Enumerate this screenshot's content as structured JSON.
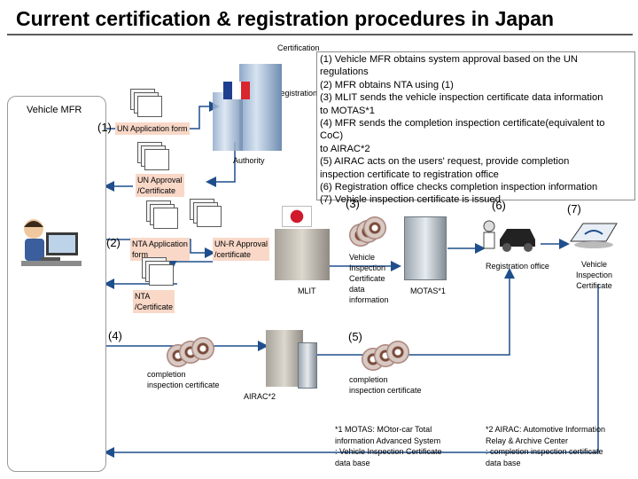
{
  "title": "Current certification & registration procedures in Japan",
  "vehicle_mfr": "Vehicle MFR",
  "authority": {
    "certification": "Certification",
    "registration": "Registration",
    "authority": "Authority"
  },
  "callout": {
    "lines": [
      "(1) Vehicle MFR obtains  system approval based on the UN",
      "regulations",
      "(2) MFR obtains NTA using (1)",
      "(3) MLIT sends the vehicle inspection certificate data information",
      "to MOTAS*1",
      "(4) MFR sends the completion inspection certificate(equivalent to",
      "CoC)",
      "to AIRAC*2",
      "(5) AIRAC acts on the users' request,  provide  completion",
      "inspection certificate to registration office",
      "(6) Registration office checks completion inspection  information",
      "(7) Vehicle inspection certificate is issued"
    ]
  },
  "steps": {
    "s1": "(1)",
    "s2": "(2)",
    "s3": "(3)",
    "s4": "(4)",
    "s5": "(5)",
    "s6": "(6)",
    "s7": "(7)"
  },
  "labels": {
    "un_application_form": "UN Application  form",
    "un_approval_line1": "UN Approval",
    "un_approval_line2": "/Certificate",
    "nta_application_line1": "NTA Application",
    "nta_application_line2": "form",
    "unr_approval_line1": "UN-R Approval",
    "unr_approval_line2": "/certificate",
    "nta_cert_line1": "NTA",
    "nta_cert_line2": "/Certificate",
    "mlit": "MLIT",
    "vehicle_inspection_data": [
      "Vehicle",
      "Inspection",
      "Certificate",
      "data",
      "information"
    ],
    "motas": "MOTAS*1",
    "registration_office": "Registration office",
    "vehicle_inspection_cert": [
      "Vehicle",
      "Inspection",
      "Certificate"
    ],
    "completion_cert_left": [
      "completion",
      "inspection certificate"
    ],
    "airac": "AIRAC*2",
    "completion_cert_right": [
      "completion",
      "inspection certificate"
    ]
  },
  "footnotes": {
    "motas": [
      "*1  MOTAS: MOtor-car Total",
      "information Advanced System",
      ": Vehicle Inspection Certificate",
      "data base"
    ],
    "airac": [
      "*2 AIRAC: Automotive  Information",
      "Relay & Archive Center",
      ": completion inspection certificate",
      "data base"
    ]
  },
  "colors": {
    "label_bg": "#f9d8c8",
    "arrow": "#1f4e8c",
    "box_border": "#9a9a9a",
    "rule": "#5b5b5b"
  }
}
